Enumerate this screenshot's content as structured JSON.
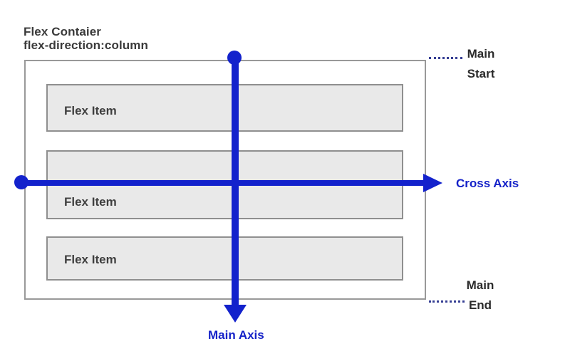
{
  "title": {
    "line1": "Flex Contaier",
    "line2": "flex-direction:column"
  },
  "container": {
    "items": [
      {
        "label": "Flex Item"
      },
      {
        "label": "Flex Item"
      },
      {
        "label": "Flex Item"
      }
    ]
  },
  "axes": {
    "main_axis_label": "Main Axis",
    "cross_axis_label": "Cross Axis",
    "main_start": {
      "line1": "Main",
      "line2": "Start"
    },
    "main_end": {
      "line1": "Main",
      "line2": "End"
    }
  },
  "colors": {
    "axis_blue": "#1322cc",
    "label_blue": "#1421c8",
    "dotted_navy": "#363f94",
    "item_bg": "#e9e9e9",
    "item_border": "#8f8f8f",
    "container_border": "#999999",
    "text_dark": "#3a3a3a",
    "side_label_dark": "#2b2b2b"
  }
}
